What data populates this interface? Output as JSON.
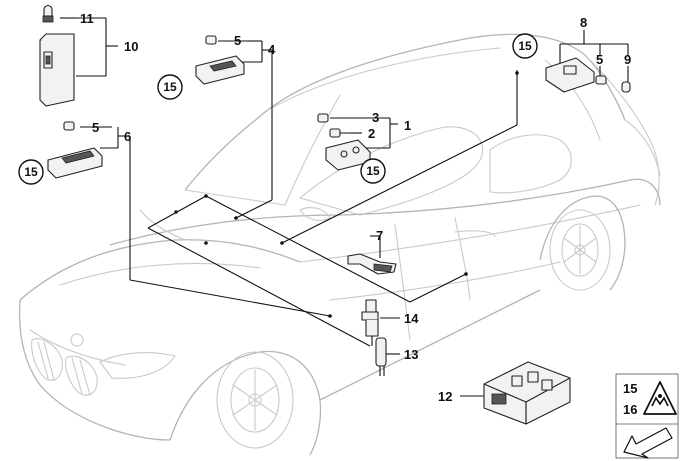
{
  "callouts": {
    "c1": "1",
    "c2": "2",
    "c3": "3",
    "c4": "4",
    "c5a": "5",
    "c5b": "5",
    "c5c": "5",
    "c6": "6",
    "c7": "7",
    "c8": "8",
    "c9": "9",
    "c10": "10",
    "c11": "11",
    "c12": "12",
    "c13": "13",
    "c14": "14",
    "c15legend": "15",
    "c16legend": "16"
  },
  "circled": {
    "a": "15",
    "b": "15",
    "c": "15",
    "d": "15"
  },
  "colors": {
    "line": "#111111",
    "car_outline": "#c9c9c9",
    "part_fill": "#f2f2f2"
  },
  "icons": [
    "warning-triangle-icon",
    "arrow-icon"
  ]
}
